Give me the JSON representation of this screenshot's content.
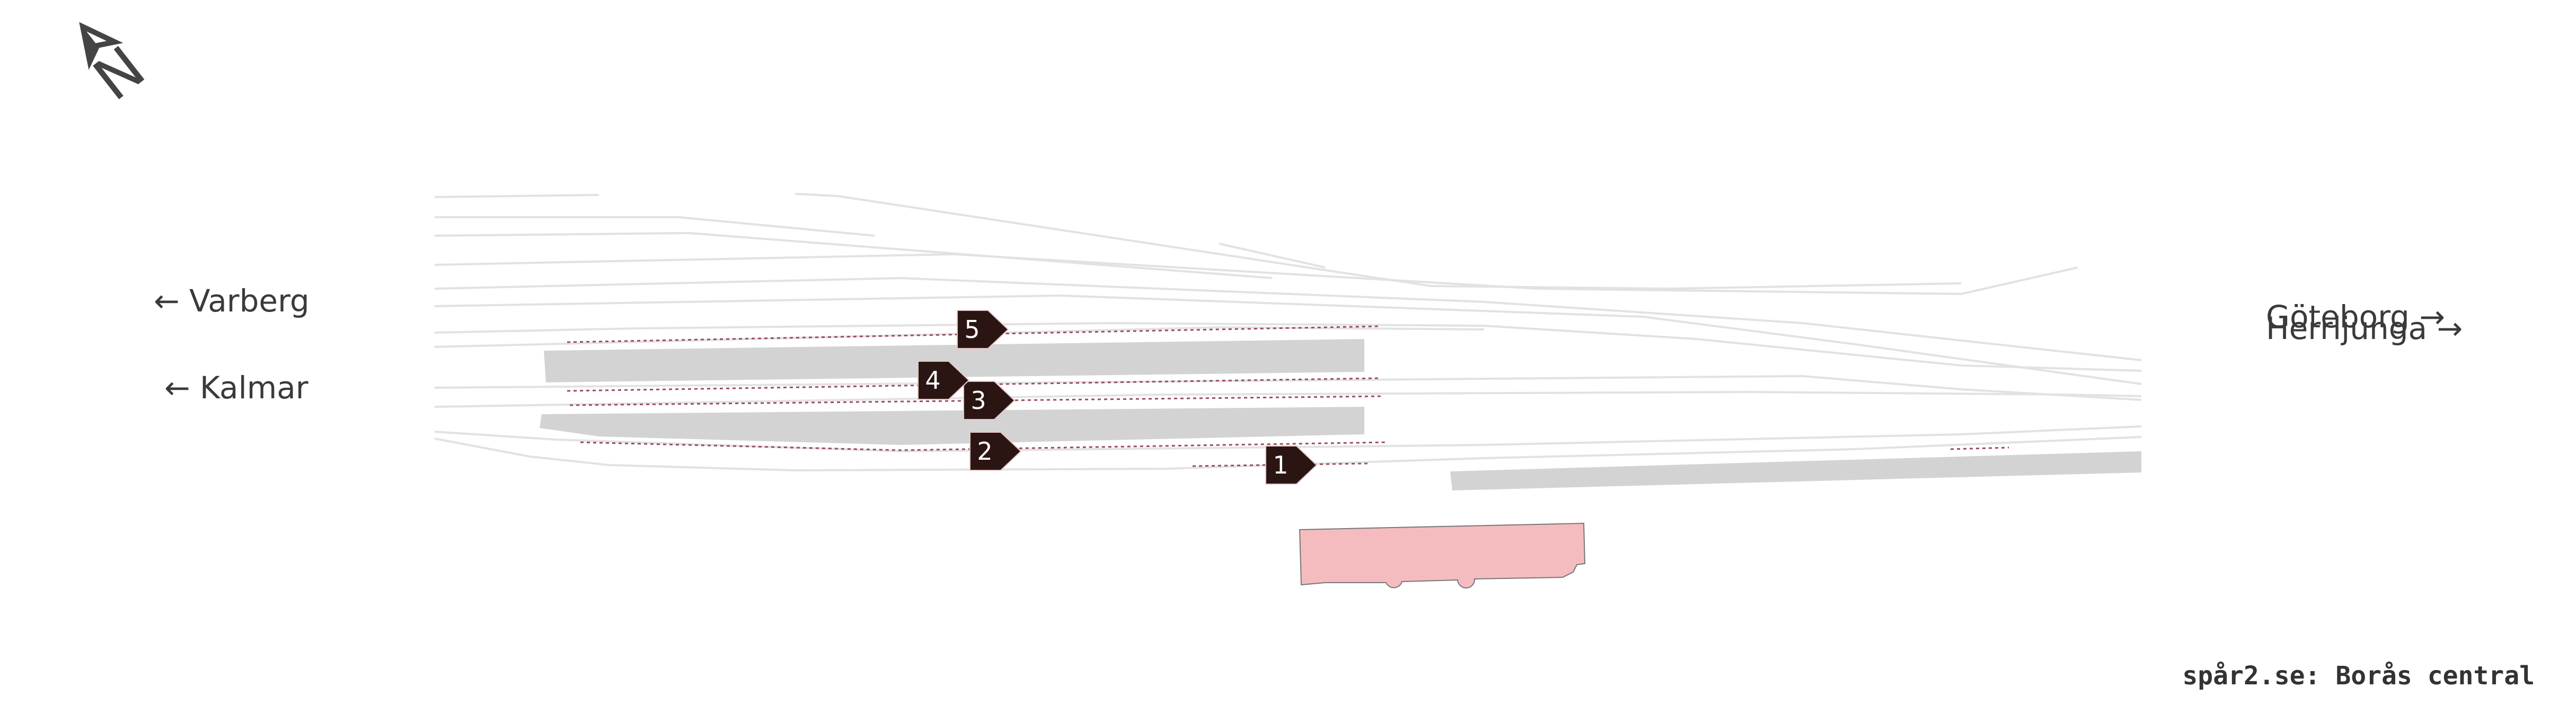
{
  "caption": "spår2.se: Borås central",
  "north_arrow": {
    "letter": "N",
    "icon": "north-arrow-icon"
  },
  "directions": {
    "varberg": "← Varberg",
    "kalmar": "← Kalmar",
    "goteborg": "Göteborg →",
    "herrljunga": "Herrljunga →"
  },
  "tracks": [
    {
      "number": "1"
    },
    {
      "number": "2"
    },
    {
      "number": "3"
    },
    {
      "number": "4"
    },
    {
      "number": "5"
    }
  ],
  "colors": {
    "track": "#e2e2e2",
    "platform": "#d3d3d3",
    "station_building": "#f5bcbf",
    "marker": "#2b1512",
    "platform_edge": "#9a4d60"
  }
}
